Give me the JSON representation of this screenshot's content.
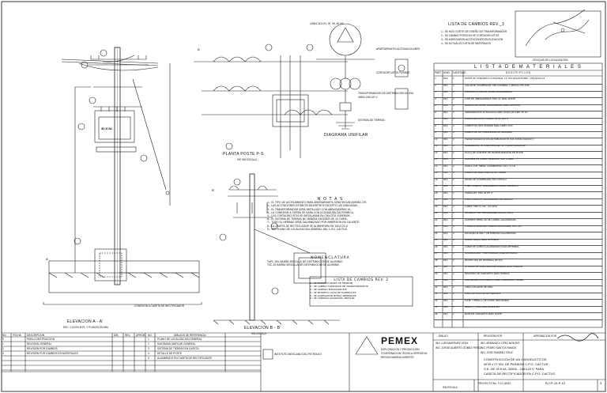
{
  "transformer": {
    "rating": "30 KVA"
  },
  "views": {
    "elevation_a": "ELEVACION  A - A'",
    "elevation_a_note": "ESC. 1:20 EN  MTS. Y PLANOS EN MM.",
    "planta": "PLANTA  POSTE  P-S",
    "planta_scale": "S/E SIN ESCALA",
    "unifilar": "DIAGRAMA  UNIFILAR",
    "elevation_b": "ELEVACION   B - B'",
    "elevation_b_scale": "SIN ESCALA",
    "conn_label": "CONEXION A CASETA DE RECTIFICADOR",
    "cut_a": "A'",
    "cut_b": "B",
    "cut_b2": "B'"
  },
  "unifilar_labels": [
    "LINEA 34.5 KV, 3F, 3H, 60 HZ",
    "APARTARRAYOS AUTOVALVULARES",
    "CORTACIRCUITOS FUSIBLE",
    "TRANSFORMADOR DE DISTRIBUCION 30 KVA",
    "34500-240/120 V",
    "SISTEMA DE TIERRAS"
  ],
  "changes": {
    "title": "LISTA DE CAMBIOS  REV._3",
    "items": [
      "1.- SE HIZO CORTE DE DISEÑO DE TRANSFORMADOR",
      "2.- SE CAMBIO POSICION DE CORTACIRCUITOS",
      "3.- SE AGREGARON ACOTACIONES EN ELEVACION",
      "4.- SE ACTUALIZO LISTA DE MATERIALES"
    ]
  },
  "location": {
    "title": "CROQUIS DE LOCALIZACION"
  },
  "materials": {
    "title": "L I S T A    D E    M A T E R I A L E S",
    "headers": [
      "PART.",
      "UNID.",
      "CANTIDAD",
      "D E S C R I P C I O N"
    ],
    "rows": [
      [
        "1",
        "PZA",
        "1",
        "POSTE DE CONCRETO OCTAGONAL 12-750 SEGUN ESPEC. CFE-J6200-03"
      ],
      [
        "2",
        "PZA",
        "3",
        "AISLADOR SUSPENSION TIPO CAMPANA 2 PIEZAS CFE-1N0"
      ],
      [
        "3",
        "PZA",
        "2",
        "CRUCETA PT-200 DE ACERO GALVANIZADO"
      ],
      [
        "4",
        "PZA",
        "2",
        "LOTE DE ABRAZADERAS TIPO UC PARA POSTE"
      ],
      [
        "5",
        "PZA",
        "4",
        "BRAZOS DE ACERO GALVANIZADO PARA CRUCETA"
      ],
      [
        "6",
        "PZA",
        "3",
        "APARTARRAYOS AUTOVALVULARES OXIDO DE ZINC 30 KV"
      ],
      [
        "7",
        "PZA",
        "3",
        "CORTACIRCUITOS FUSIBLE 38 KV 100 A"
      ],
      [
        "8",
        "PZA",
        "3",
        "CONECTOR TIPO ESTRIBO PARA LINEA VIVA"
      ],
      [
        "9",
        "PZA",
        "6",
        "CONECTOR DE COMPRESION DE ALUMINIO"
      ],
      [
        "10",
        "PZA",
        "1",
        "TRANSFORMADOR DE DISTRIBUCION 30 KVA 34500-240/120 V"
      ],
      [
        "11",
        "PZA",
        "2",
        "ABRAZADERA UL PARA MONTAJE DE TRANSFORMADOR"
      ],
      [
        "12",
        "PZA",
        "1",
        "PLACA DE SOPORTE DE TRANSFORMADOR EN POSTE"
      ],
      [
        "13",
        "PZA",
        "3",
        "ALAMBRE DE COBRE DESNUDO CAL. 4 AWG"
      ],
      [
        "14",
        "PZA",
        "2",
        "VARILLA DE TIERRA COPPERWELD 5/8 x 3.0 M"
      ],
      [
        "15",
        "PZA",
        "2",
        "CONECTOR PARA VARILLA DE TIERRA"
      ],
      [
        "16",
        "PZA",
        "1",
        "GRAPA DE SUSPENSION TIPO PISTOLA"
      ],
      [
        "17",
        "PZA",
        "1",
        "TUBO CONDUIT GALVANIZADO PARED GRUESA 2\""
      ],
      [
        "18",
        "PZA",
        "1",
        "CONDULET TIPO LB DE 2\""
      ],
      [
        "19",
        "PZA",
        "2",
        "CODO CONDUIT GALVANIZADO 90 GRADOS"
      ],
      [
        "20",
        "PZA",
        "3",
        "CABLE THW-LS CAL. 2/0 AWG"
      ],
      [
        "21",
        "PZA",
        "1",
        "INTERRUPTOR TERMOMAGNETICO 2P 100 A"
      ],
      [
        "22",
        "PZA",
        "1",
        "GABINETE NEMA 3R DE LAMINA GALVANIZADA"
      ],
      [
        "23",
        "PZA",
        "4",
        "TORNILLO MAQUINA CABEZA HEXAGONAL 5/8 x 10\""
      ],
      [
        "24",
        "PZA",
        "4",
        "ROLDANA PLANA Y DE PRESION GALVANIZADA"
      ],
      [
        "25",
        "PZA",
        "2",
        "PERNO ANCLA PARA RETENIDA"
      ],
      [
        "26",
        "PZA",
        "1",
        "CABLE DE ACERO GALVANIZADO PARA RETENIDA"
      ],
      [
        "27",
        "PZA",
        "1",
        "GUARDACABO Y PREFORMADO PARA RETENIDA"
      ],
      [
        "28",
        "PZA",
        "1",
        "PROTECTOR DE RETENIDA DE PVC"
      ],
      [
        "29",
        "JGO",
        "1",
        "LETRERO DE SEÑALIZACION PELIGRO ALTA TENSION"
      ],
      [
        "30",
        "PZA",
        "1",
        "REGISTRO DE CONCRETO PARA TIERRAS"
      ],
      [
        "31",
        "PZA",
        "1",
        "SOLDADURA EXOTERMICA PARA CONEXION A TIERRA"
      ],
      [
        "32",
        "PZA",
        "1",
        "CINTA AISLANTE DE VINIL"
      ],
      [
        "33",
        "PZA",
        "1",
        "CINTA DE HULE AUTOFUNDENTE"
      ],
      [
        "34",
        "PZA",
        "1",
        "FLEJE Y HEBILLA DE ACERO INOXIDABLE"
      ],
      [
        "35",
        "PZA",
        "1",
        "MARCO Y TAPA PARA REGISTRO"
      ],
      [
        "36",
        "PZA",
        "1",
        "BASE DE CONCRETO PARA POSTE"
      ]
    ]
  },
  "notes": {
    "title": "N O T A S",
    "items": [
      "1.- EL TIPO DE ACOPLAMIENTO PARA APARTARRAYOS SERA SEGUN NORMA CFE.",
      "2.- LAS ACOTACIONES ESTAN EN MILIMETROS EXCEPTO LAS INDICADAS.",
      "3.- EL TRANSFORMADOR SERA INSTALADO CON ABRAZADERAS UL.",
      "4.- LA CONEXION A TIERRA SE HARA CON SOLDADURA EXOTERMICA.",
      "5.- LOS CORTACIRCUITOS SE INSTALARAN EN CRUCETA SUPERIOR.",
      "6.- EL SISTEMA DE TIERRAS NO DEBERA EXCEDER DE 10 OHMS.",
      "7.- TODO EL HERRAJE SERA GALVANIZADO POR INMERSION EN CALIENTE.",
      "8.- LA CASETA DE RECTIFICADOR SE ALIMENTARA EN 240/120 V.",
      "9.- VER PLANO DE LOCALIZACION GENERAL DEL C.P.G. CACTUS."
    ]
  },
  "nomenclature": {
    "title": "NOMENCLATURA",
    "items": [
      "TAPC-1KV   BARRA SENCILLA DE DISTRIBUCION DE ALUMINIO",
      "TSC-30     BARRA SENCILLA DE DISTRIBUCION DE ALUMINIO"
    ]
  },
  "rev_list": {
    "title": "LISTA DE CAMBIOS REV. 2",
    "items": [
      "1.- SE MODIFICO NIVEL DE TENSION",
      "2.- SE CAMBIO CAPACIDAD DE TRANSFORMADOR",
      "3.- SE AGREGO ELEVACION B-B'",
      "4.- SE MODIFICO LISTA DE MATERIALES",
      "5.- SE AGREGARON NOTAS GENERALES",
      "6.- SE CORRIGIO DIAGRAMA UNIFILAR"
    ]
  },
  "revisions": {
    "headers": [
      "NO.",
      "FECHA",
      "DESCRIPCION",
      "DIB.",
      "REV.",
      "APROB."
    ],
    "rows": [
      [
        "0",
        "",
        "PARA CONSTRUCCION",
        "",
        "",
        ""
      ],
      [
        "1",
        "",
        "REVISION GENERAL",
        "",
        "",
        ""
      ],
      [
        "2",
        "",
        "REVISION POR CAMBIOS",
        "",
        "",
        ""
      ],
      [
        "3",
        "",
        "REVISION POR CAMBIOS EN MATERIALES",
        "",
        "",
        ""
      ]
    ]
  },
  "references": {
    "headers": [
      "NO.",
      "DIBUJOS DE REFERENCIA"
    ],
    "rows": [
      [
        "1",
        "PLANO DE LOCALIZACION GENERAL"
      ],
      [
        "2",
        "DIAGRAMA UNIFILAR GENERAL"
      ],
      [
        "3",
        "SISTEMA DE TIERRAS EN CASETA"
      ],
      [
        "4",
        "DETALLE DE POSTE"
      ],
      [
        "5",
        "ALUMBRADO EN CASETA DE RECTIFICADOR"
      ]
    ]
  },
  "title_block": {
    "institute": "INSTITUTO MEXICANO DEL PETROLEO",
    "company": "PEMEX",
    "sub1": "EXPLORACION Y PRODUCCION",
    "sub2": "COORDINACION TECNICA OPERATIVA",
    "sub3": "REGION MARINA SURESTE",
    "description": [
      "CONSTRUCCION DE UN GASODUCTO DE",
      "36\"Ø x 27 KM. DE PARAISO C.P.G. CACTUS",
      "S.E. DE 30 KVA, 34500 - 240/120 V.  PARA",
      "CASETA DE RECTIFICADOR EN C.P.G. CACTUS"
    ],
    "proj_label": "PROYECTO No.",
    "proj_no": "F.21-16243",
    "drawing_no": "B-CP-15-P-12",
    "rev": "3",
    "scale": "SIN ESCALA",
    "approvals": [
      "ING. ARMANDO LOPEZ MONTES",
      "ING. PEDRO SANTOS RAMOS",
      "ING. JOSE RAMIREZ CRUZ",
      "ING. LUIS MARTINEZ VEGA",
      "ING. JORGE ALBERTO GOMEZ PEREZ"
    ],
    "label_approval": "APROBACION POR",
    "label_revision": "REVISION POR",
    "label_drawn": "DIBUJO"
  }
}
